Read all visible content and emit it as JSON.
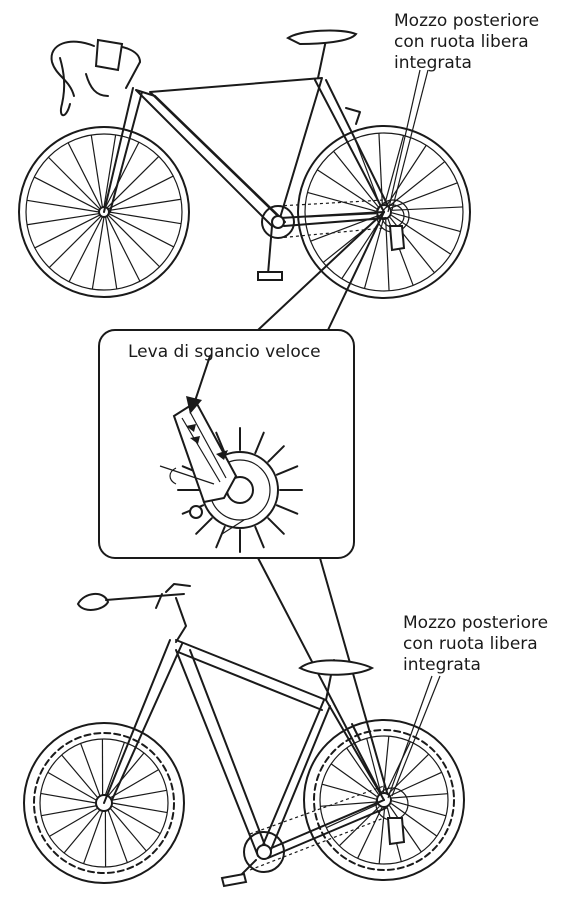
{
  "labels": {
    "top_hub": "Mozzo posteriore\ncon ruota libera\nintegrata",
    "quick_release": "Leva di sgancio veloce",
    "bottom_hub": "Mozzo posteriore\ncon ruota libera\nintegrata"
  },
  "colors": {
    "line": "#1a1a1a",
    "background": "#ffffff"
  }
}
